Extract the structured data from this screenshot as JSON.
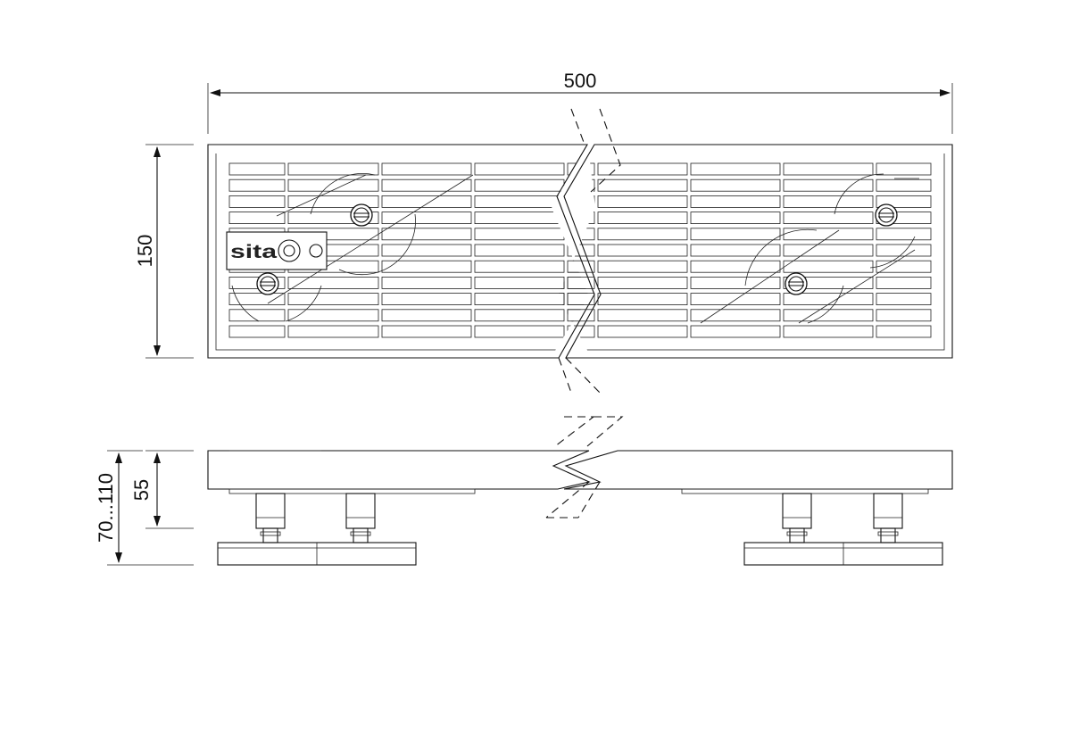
{
  "dimensions": {
    "length": "500",
    "width": "150",
    "height": "55",
    "adjustable_height": "70...110"
  },
  "logo": {
    "text": "sita"
  },
  "colors": {
    "line": "#111111",
    "background": "#ffffff"
  }
}
